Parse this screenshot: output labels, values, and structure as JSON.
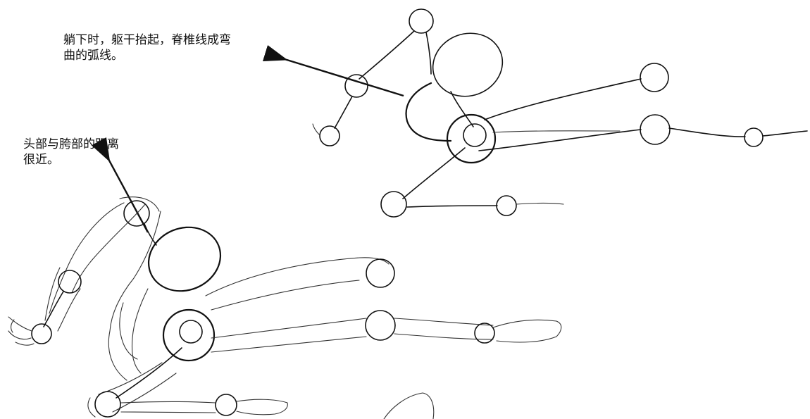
{
  "annotations": {
    "top": {
      "line1": "躺下时，躯干抬起，脊椎线成弯",
      "line2": "曲的弧线。"
    },
    "left": {
      "line1": "头部与胯部的距离",
      "line2": "很近。"
    }
  },
  "colors": {
    "ink": "#111111",
    "background": "#ffffff"
  }
}
